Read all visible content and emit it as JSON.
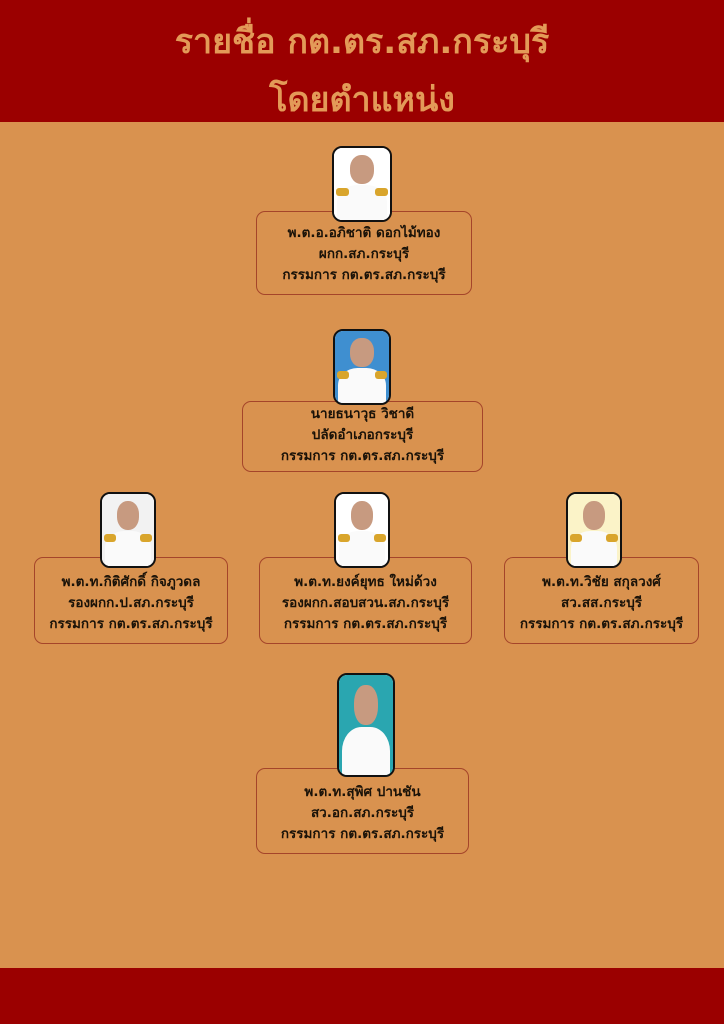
{
  "header": {
    "title_line1": "รายชื่อ กต.ตร.สภ.กระบุรี",
    "title_line2": "โดยตำแหน่ง"
  },
  "members": [
    {
      "name": "พ.ต.อ.อภิชาติ ดอกไม้ทอง",
      "position": "ผกก.สภ.กระบุรี",
      "role": "กรรมการ กต.ตร.สภ.กระบุรี",
      "photo_bg": "#ffffff"
    },
    {
      "name": "นายธนาวุธ วิชาดี",
      "position": "ปลัดอำเภอกระบุรี",
      "role": "กรรมการ กต.ตร.สภ.กระบุรี",
      "photo_bg": "#3f8fd0"
    },
    {
      "name": "พ.ต.ท.กิติศักดิ์ กิจภูวดล",
      "position": "รองผกก.ป.สภ.กระบุรี",
      "role": "กรรมการ กต.ตร.สภ.กระบุรี",
      "photo_bg": "#f2f2f2"
    },
    {
      "name": "พ.ต.ท.ยงค์ยุทธ ใหม่ด้วง",
      "position": "รองผกก.สอบสวน.สภ.กระบุรี",
      "role": "กรรมการ กต.ตร.สภ.กระบุรี",
      "photo_bg": "#ffffff"
    },
    {
      "name": "พ.ต.ท.วิชัย สกุลวงศ์",
      "position": "สว.สส.กระบุรี",
      "role": "กรรมการ กต.ตร.สภ.กระบุรี",
      "photo_bg": "#fbf3c8"
    },
    {
      "name": "พ.ต.ท.สุพิศ ปานชัน",
      "position": "สว.อก.สภ.กระบุรี",
      "role": "กรรมการ กต.ตร.สภ.กระบุรี",
      "photo_bg": "#2aa6b0"
    }
  ]
}
